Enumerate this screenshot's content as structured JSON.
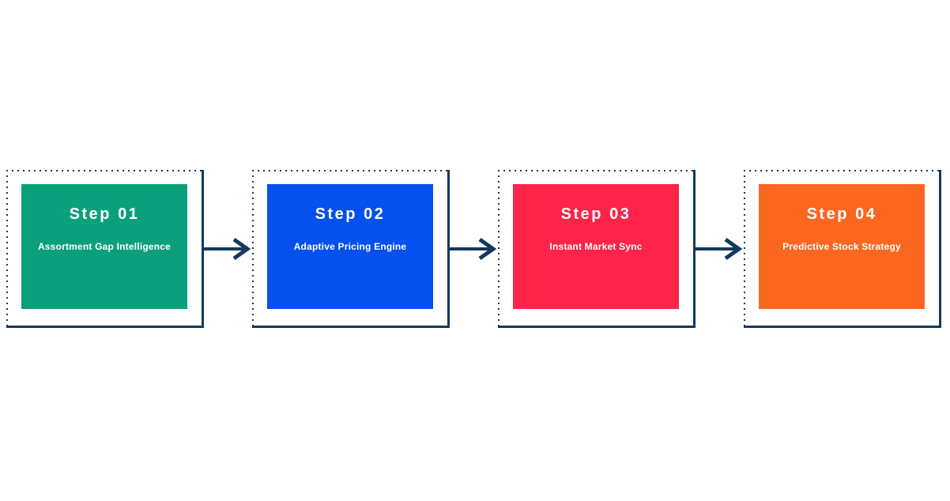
{
  "palette": {
    "navy": "#14395C",
    "text": "#FFFFFF",
    "background": "#FFFFFF"
  },
  "diagram": {
    "type": "process-flow",
    "direction": "left-to-right",
    "connector": "arrow-right"
  },
  "steps": [
    {
      "label": "Step 01",
      "title": "Assortment Gap Intelligence",
      "color": "#0AA07C"
    },
    {
      "label": "Step 02",
      "title": "Adaptive Pricing Engine",
      "color": "#0550EE"
    },
    {
      "label": "Step 03",
      "title": "Instant Market Sync",
      "color": "#FD2349"
    },
    {
      "label": "Step 04",
      "title": "Predictive Stock Strategy",
      "color": "#FB671F"
    }
  ]
}
